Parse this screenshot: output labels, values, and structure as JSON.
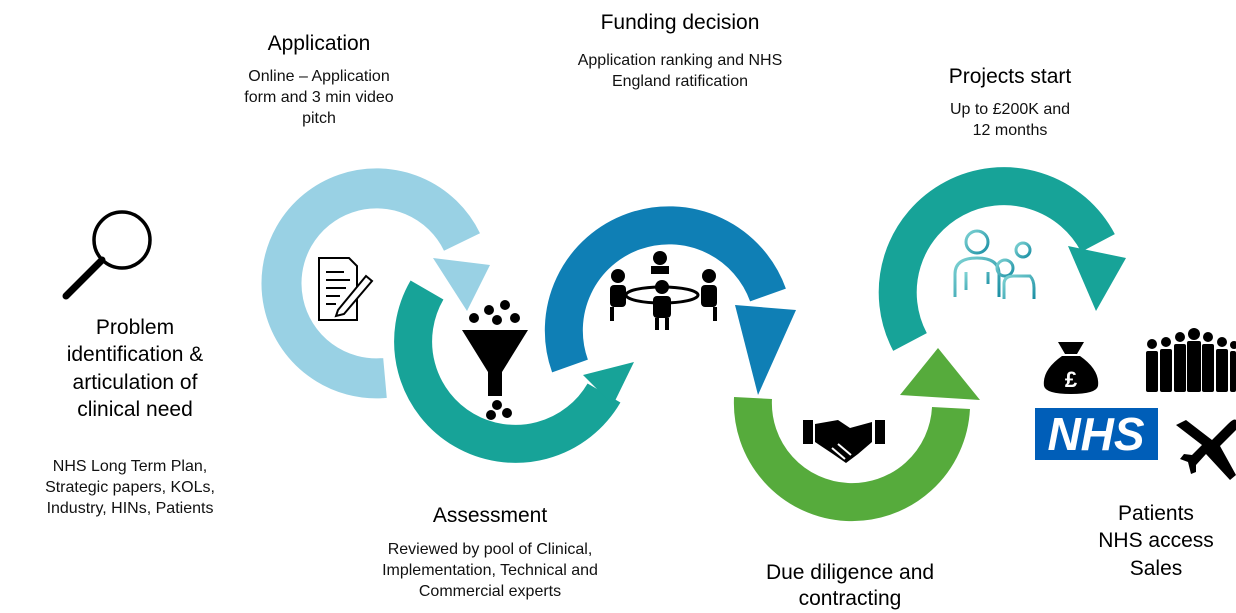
{
  "problem": {
    "title": "Problem identification & articulation of clinical need",
    "title_lines": [
      "Problem",
      "identification &",
      "articulation of",
      "clinical need"
    ],
    "sources_lines": [
      "NHS Long Term Plan,",
      "Strategic papers, KOLs,",
      "Industry, HINs, Patients"
    ],
    "icon": "magnifying-glass-icon"
  },
  "stages": [
    {
      "id": "application",
      "title": "Application",
      "desc_lines": [
        "Online – Application",
        "form and 3 min video",
        "pitch"
      ],
      "icon": "document-pen-icon",
      "color": "#99d1e4"
    },
    {
      "id": "assessment",
      "title": "Assessment",
      "desc_lines": [
        "Reviewed by pool of Clinical,",
        "Implementation, Technical and",
        "Commercial experts"
      ],
      "icon": "funnel-icon",
      "color": "#17a398"
    },
    {
      "id": "funding",
      "title": "Funding decision",
      "desc_lines": [
        "Application ranking and NHS",
        "England ratification"
      ],
      "icon": "meeting-table-icon",
      "color": "#0f7fb5"
    },
    {
      "id": "due-diligence",
      "title_lines": [
        "Due diligence and",
        "contracting"
      ],
      "icon": "handshake-icon",
      "color": "#56ab3c"
    },
    {
      "id": "projects",
      "title": "Projects start",
      "desc_lines": [
        "Up to £200K and",
        "12 months"
      ],
      "icon": "doctor-patient-icon",
      "color": "#17a398"
    }
  ],
  "outcome": {
    "lines": [
      "Patients",
      "NHS access",
      "Sales"
    ],
    "nhs_logo_text": "NHS",
    "money_bag_symbol": "£",
    "nhs_blue": "#005eb8",
    "icons": [
      "money-bag-icon",
      "crowd-icon",
      "nhs-logo-icon",
      "airplane-icon"
    ]
  }
}
